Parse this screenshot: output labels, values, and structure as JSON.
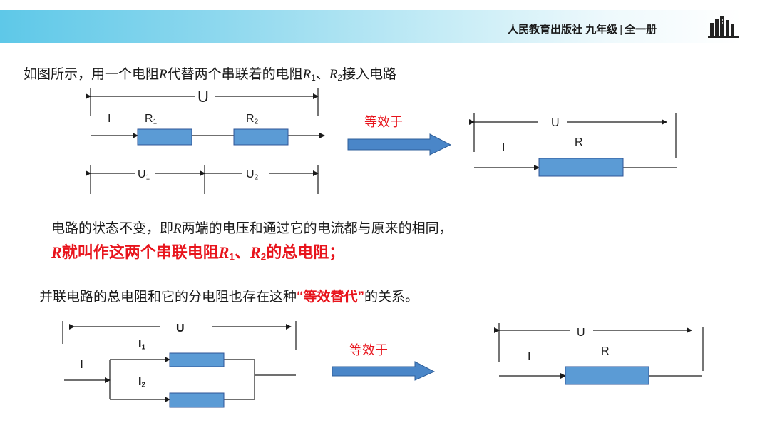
{
  "header": {
    "publisher": "人民教育出版社",
    "grade": "九年级",
    "separator": "|",
    "volume": "全一册",
    "logo_icon": "books-icon"
  },
  "intro": {
    "prefix": "如图所示，用一个电阻",
    "var_r": "R",
    "middle": "代替两个串联着的电阻",
    "r1": "R",
    "r1_sub": "1",
    "comma": "、",
    "r2": "R",
    "r2_sub": "2",
    "suffix": "接入电路"
  },
  "series_diagram": {
    "u_label": "U",
    "i_label": "I",
    "r1_label": "R",
    "r1_sub": "1",
    "r2_label": "R",
    "r2_sub": "2",
    "u1_label": "U",
    "u1_sub": "1",
    "u2_label": "U",
    "u2_sub": "2"
  },
  "equivalent_label_1": "等效于",
  "series_equivalent": {
    "u_label": "U",
    "i_label": "I",
    "r_label": "R"
  },
  "state_text": {
    "prefix": "电路的状态不变，即",
    "var_r": "R",
    "suffix": "两端的电压和通过它的电流都与原来的相同，"
  },
  "definition": {
    "var_r": "R",
    "middle": "就叫作这两个串联电阻",
    "r1": "R",
    "r1_sub": "1",
    "comma": "、",
    "r2": "R",
    "r2_sub": "2",
    "suffix": "的总电阻；"
  },
  "parallel_text": {
    "prefix": "并联电路的总电阻和它的分电阻也存在这种",
    "highlight": "“等效替代”",
    "suffix": "的关系。"
  },
  "parallel_diagram": {
    "u_label": "U",
    "i_label": "I",
    "i1_label": "I",
    "i1_sub": "1",
    "i2_label": "I",
    "i2_sub": "2"
  },
  "equivalent_label_2": "等效于",
  "parallel_equivalent": {
    "u_label": "U",
    "i_label": "I",
    "r_label": "R"
  },
  "colors": {
    "resistor_fill": "#5b9bd5",
    "resistor_stroke": "#2f5597",
    "arrow_fill": "#4a86c8",
    "highlight_red": "#e8141c"
  }
}
